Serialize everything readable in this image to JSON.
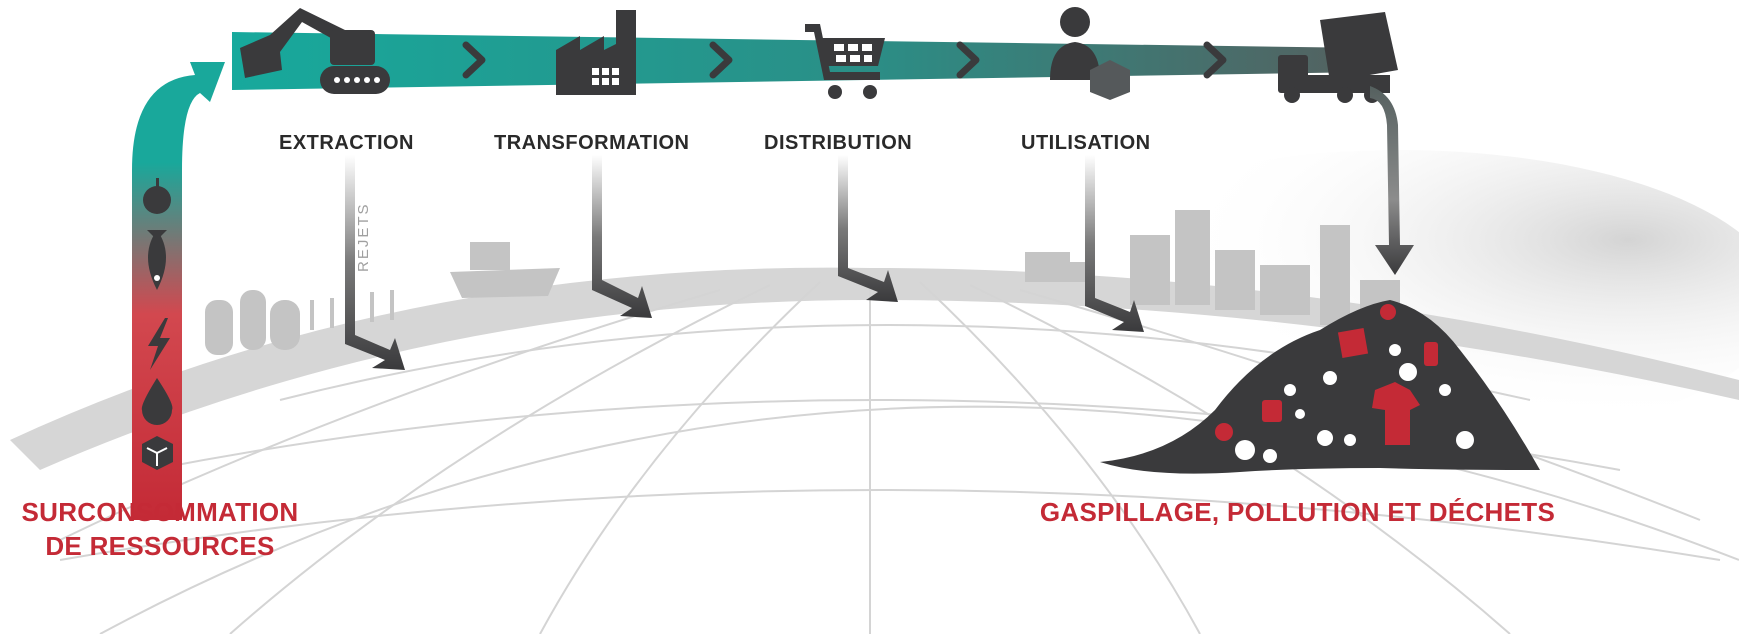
{
  "stages": [
    {
      "label": "EXTRACTION",
      "icon": "excavator-icon"
    },
    {
      "label": "TRANSFORMATION",
      "icon": "factory-icon"
    },
    {
      "label": "DISTRIBUTION",
      "icon": "shopping-cart-icon"
    },
    {
      "label": "UTILISATION",
      "icon": "person-with-box-icon"
    }
  ],
  "end_icon": "garbage-truck-icon",
  "rejets_label": "REJETS",
  "start_label_line1": "SURCONSOMMATION",
  "start_label_line2": "DE RESSOURCES",
  "end_label": "GASPILLAGE, POLLUTION ET DÉCHETS",
  "resource_icons": [
    "apple-icon",
    "fish-icon",
    "lightning-icon",
    "water-drop-icon",
    "ore-icon"
  ],
  "colors": {
    "teal": "#1aa59a",
    "red": "#c42a36",
    "dark": "#3a3a3c",
    "grey": "#c8c8c8"
  }
}
